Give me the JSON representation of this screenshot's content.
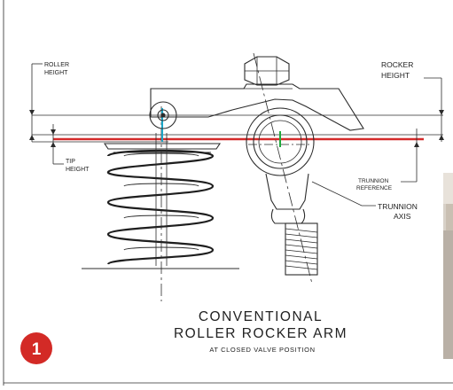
{
  "labels": {
    "roller_height": [
      "ROLLER",
      "HEIGHT"
    ],
    "rocker_height": [
      "ROCKER",
      "HEIGHT"
    ],
    "tip_height": [
      "TIP",
      "HEIGHT"
    ],
    "trunnion_reference": [
      "TRUNNION",
      "REFERENCE"
    ],
    "trunnion_axis": [
      "TRUNNION",
      "AXIS"
    ]
  },
  "caption": {
    "line1": "CONVENTIONAL",
    "line2": "ROLLER ROCKER ARM",
    "line3": "AT CLOSED VALVE POSITION"
  },
  "badge": {
    "number": "1"
  },
  "colors": {
    "reference_line": "#d42a2a",
    "valve_axis": "#1aa6c8",
    "trunnion_marker": "#1faa3c",
    "badge": "#d32a26",
    "ink": "#2b2b2b"
  }
}
